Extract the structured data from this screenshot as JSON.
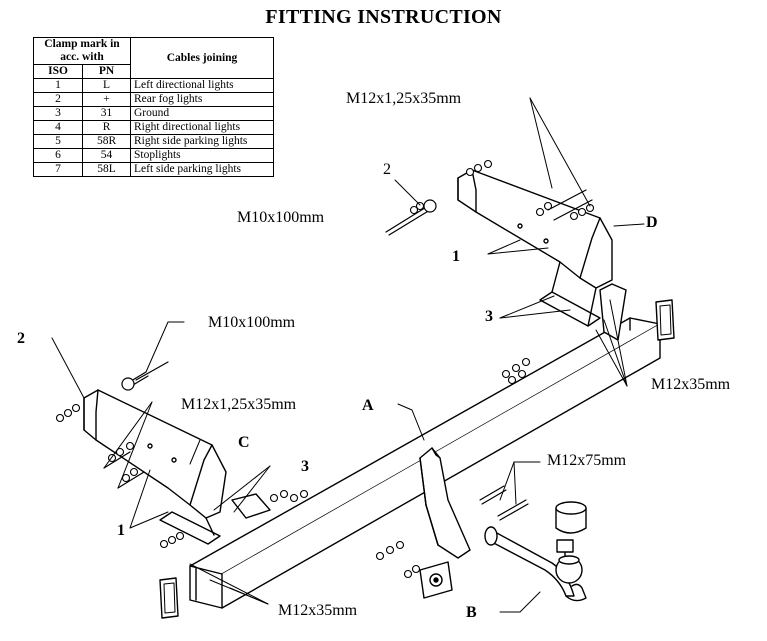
{
  "title": "FITTING INSTRUCTION",
  "table": {
    "header_clamp": "Clamp mark in acc. with",
    "header_cables": "Cables joining",
    "col_iso": "ISO",
    "col_pn": "PN",
    "rows": [
      {
        "iso": "1",
        "pn": "L",
        "cable": "Left directional lights"
      },
      {
        "iso": "2",
        "pn": "+",
        "cable": "Rear fog lights"
      },
      {
        "iso": "3",
        "pn": "31",
        "cable": "Ground"
      },
      {
        "iso": "4",
        "pn": "R",
        "cable": "Right directional lights"
      },
      {
        "iso": "5",
        "pn": "58R",
        "cable": "Right side parking lights"
      },
      {
        "iso": "6",
        "pn": "54",
        "cable": "Stoplights"
      },
      {
        "iso": "7",
        "pn": "58L",
        "cable": "Left side parking lights"
      }
    ]
  },
  "callouts": {
    "bolt_m12x125_top": "M12x1,25x35mm",
    "part_2_top": "2",
    "bolt_m10_top": "M10x100mm",
    "part_d": "D",
    "part_1_top": "1",
    "part_3_top": "3",
    "nut_m12x35_right": "M12x35mm",
    "part_2_left": "2",
    "bolt_m10_left": "M10x100mm",
    "bolt_m12x125_left": "M12x1,25x35mm",
    "part_a": "A",
    "part_c": "C",
    "part_3_left": "3",
    "bolt_m12x75": "M12x75mm",
    "part_1_left": "1",
    "nut_m12x35_bottom": "M12x35mm",
    "part_b": "B"
  }
}
